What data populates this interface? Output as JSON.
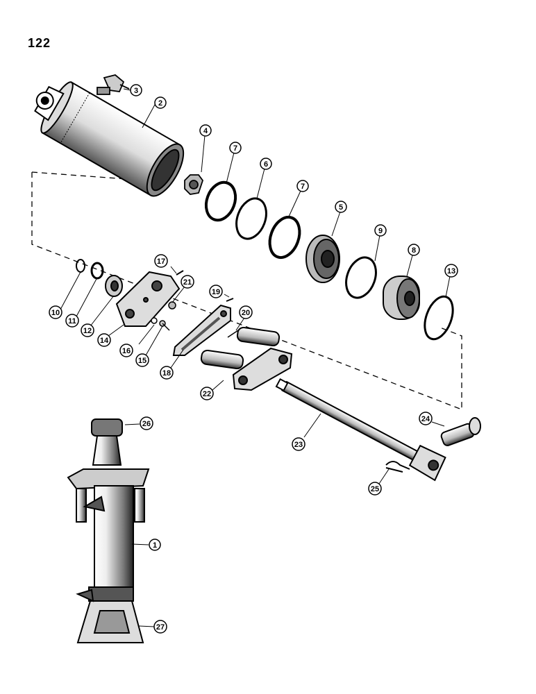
{
  "page_number": "122",
  "callouts": {
    "c1": "1",
    "c2": "2",
    "c3": "3",
    "c4": "4",
    "c5": "5",
    "c6": "6",
    "c7a": "7",
    "c7b": "7",
    "c8": "8",
    "c9": "9",
    "c10": "10",
    "c11": "11",
    "c12": "12",
    "c13": "13",
    "c14": "14",
    "c15": "15",
    "c16": "16",
    "c17": "17",
    "c18": "18",
    "c19": "19",
    "c20": "20",
    "c21": "21",
    "c22": "22",
    "c23": "23",
    "c24": "24",
    "c25": "25",
    "c26": "26",
    "c27": "27"
  }
}
